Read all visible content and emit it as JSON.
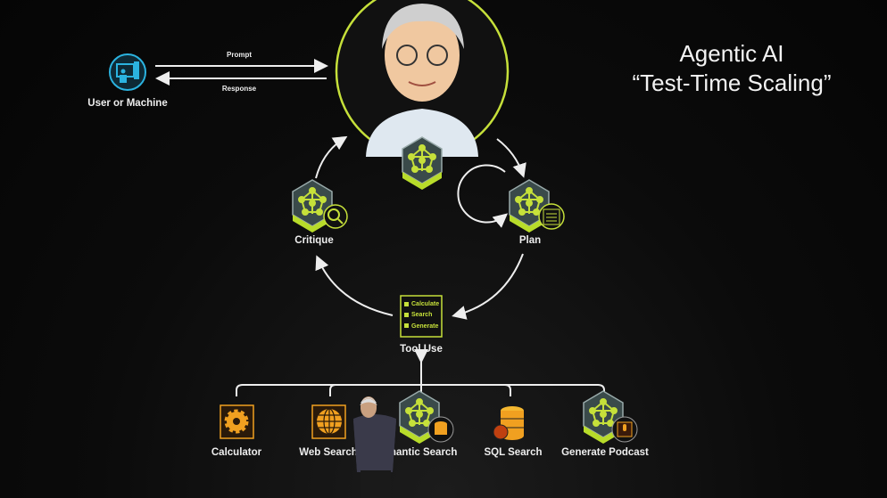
{
  "title": {
    "line1": "Agentic AI",
    "line2": "“Test-Time Scaling”"
  },
  "user": {
    "label": "User or Machine",
    "icon": "user-monitor-icon"
  },
  "arrows": {
    "prompt": "Prompt",
    "response": "Response"
  },
  "agent": {
    "icon": "neural-network-hex-icon",
    "avatar": "avatar-portrait"
  },
  "loop": {
    "critique": "Critique",
    "plan": "Plan",
    "tool_use": "Tool Use"
  },
  "tool_box": {
    "items": [
      "Calculate",
      "Search",
      "Generate"
    ]
  },
  "tools": [
    {
      "label": "Calculator",
      "icon": "gear-icon"
    },
    {
      "label": "Web Search",
      "icon": "globe-icon"
    },
    {
      "label": "Semantic Search",
      "icon": "database-hex-icon"
    },
    {
      "label": "SQL Search",
      "icon": "sql-database-icon"
    },
    {
      "label": "Generate Podcast",
      "icon": "podcast-hex-icon"
    }
  ],
  "colors": {
    "accent": "#c6e03a",
    "user": "#2bb3e0",
    "tool": "#f0a020"
  }
}
